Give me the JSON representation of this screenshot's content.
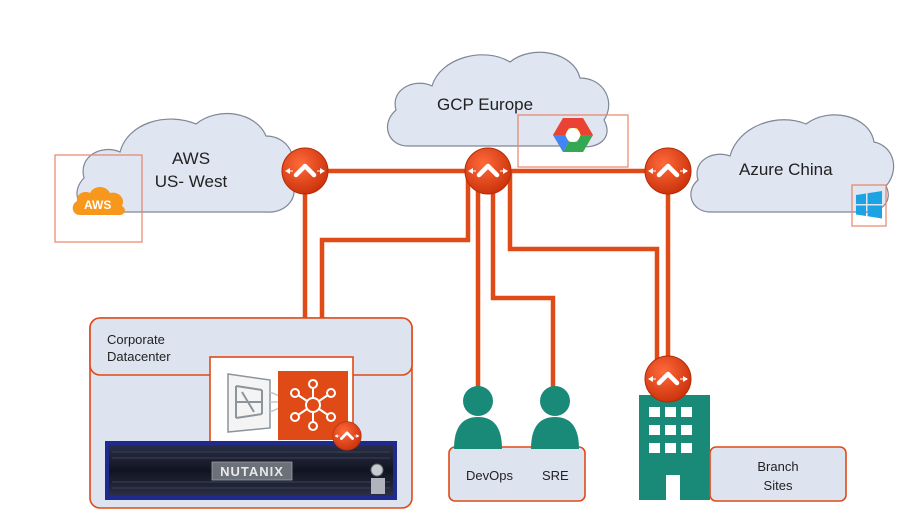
{
  "clouds": {
    "aws": {
      "line1": "AWS",
      "line2": "US- West",
      "badge": "AWS"
    },
    "gcp": {
      "label": "GCP Europe"
    },
    "azure": {
      "label": "Azure China"
    }
  },
  "datacenter": {
    "line1": "Corporate",
    "line2": "Datacenter",
    "server_brand": "NUTANIX"
  },
  "users": {
    "devops": "DevOps",
    "sre": "SRE"
  },
  "branch": {
    "line1": "Branch",
    "line2": "Sites"
  },
  "colors": {
    "accent": "#e04a17",
    "cloud_fill": "#dfe5f1",
    "cloud_stroke": "#7f8796",
    "box_fill": "#dde3ef",
    "teal": "#1a8a78",
    "aws_orange": "#f7981d"
  },
  "icons": [
    "aviatrix-gateway-icon",
    "aws-logo-icon",
    "gcp-logo-icon",
    "windows-logo-icon",
    "user-icon",
    "building-icon",
    "hub-icon",
    "firewall-icon",
    "server-icon"
  ]
}
